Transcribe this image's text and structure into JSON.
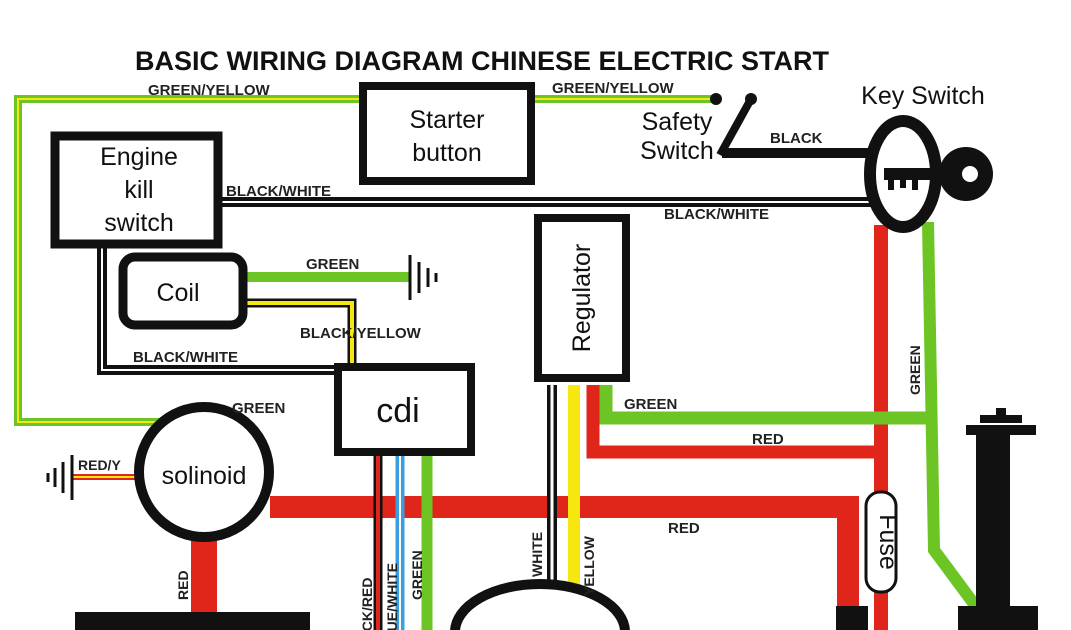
{
  "title": "BASIC WIRING DIAGRAM CHINESE ELECTRIC START",
  "components": {
    "starter_button": [
      "Starter",
      "button"
    ],
    "engine_kill_switch": [
      "Engine",
      "kill",
      "switch"
    ],
    "coil": "Coil",
    "cdi": "cdi",
    "regulator": "Regulator",
    "solenoid": "solinoid",
    "key_switch": "Key Switch",
    "safety_switch": [
      "Safety",
      "Switch"
    ],
    "fuse": "Fuse"
  },
  "wire_labels": {
    "green_yellow_left": "GREEN/YELLOW",
    "green_yellow_right": "GREEN/YELLOW",
    "black": "BLACK",
    "black_white_top": "BLACK/WHITE",
    "black_white_right": "BLACK/WHITE",
    "green_coil": "GREEN",
    "black_yellow": "BLACK/YELLOW",
    "black_white_lower": "BLACK/WHITE",
    "green_solenoid": "GREEN",
    "green_regulator": "GREEN",
    "red_regulator": "RED",
    "green_key": "GREEN",
    "red_solenoid_ground": "RED/Y",
    "red_main": "RED",
    "red_vertical": "RED",
    "black_red": "BLACK/RED",
    "blue_white": "BLUE/WHITE",
    "green_cdi": "GREEN",
    "white": "WHITE",
    "yellow": "YELLOW"
  },
  "colors": {
    "green": "#6cc524",
    "red": "#e0251b",
    "yellow": "#f5e70f",
    "black": "#111111",
    "blue": "#3a9fe0"
  }
}
